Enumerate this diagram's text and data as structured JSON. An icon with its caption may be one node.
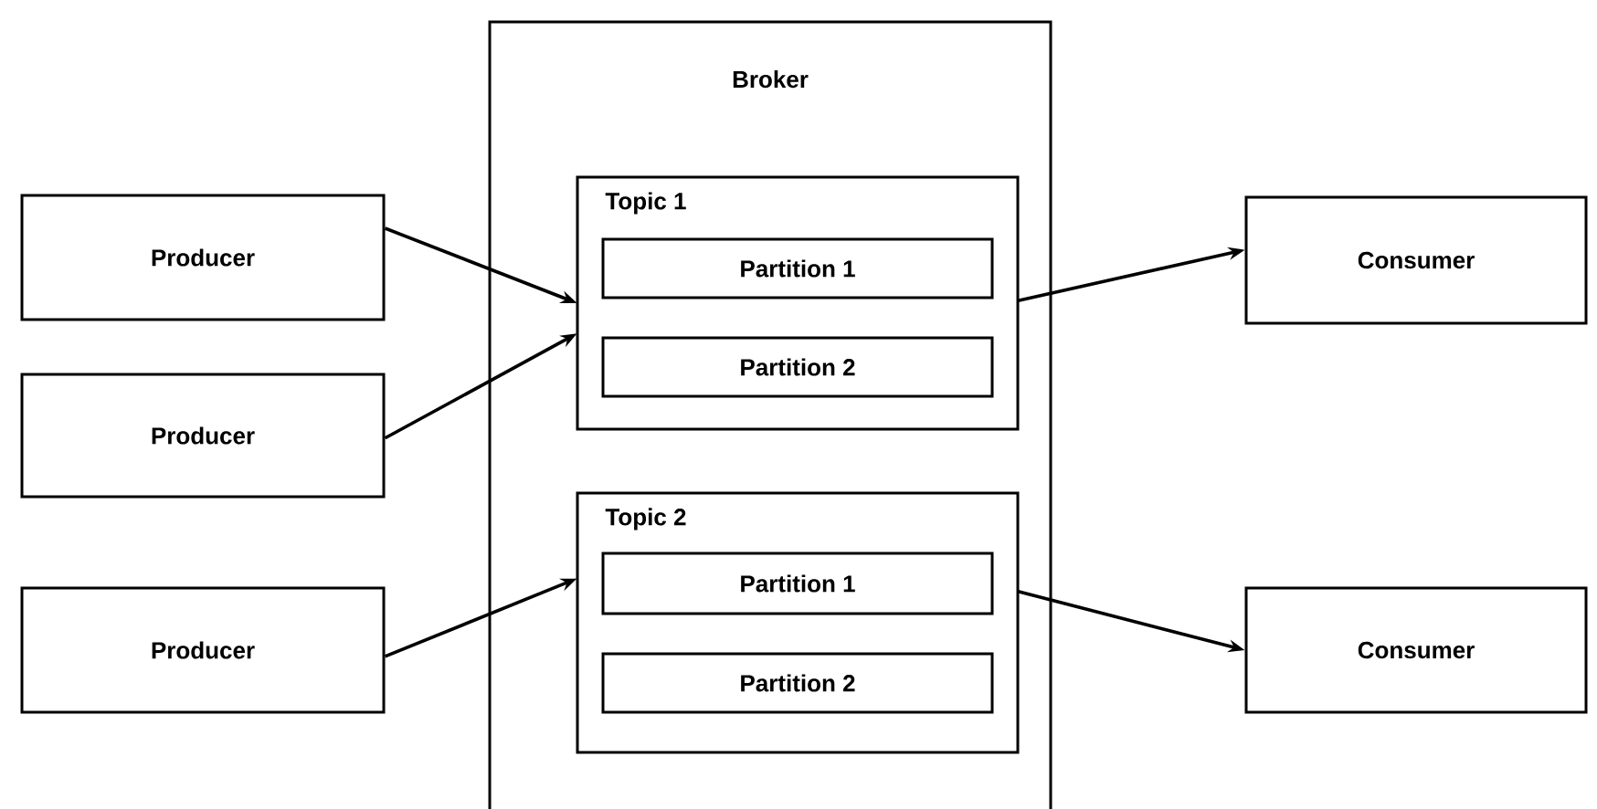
{
  "diagram": {
    "nodes": [
      {
        "text": [
          "Producer"
        ]
      },
      {
        "text": [
          "Producer"
        ]
      },
      {
        "text": [
          "Producer"
        ]
      },
      {
        "text": [
          "Broker"
        ]
      },
      {
        "text": [
          "Topic 1"
        ],
        "in": 3
      },
      {
        "text": [
          "Partition 1"
        ],
        "in": 4
      },
      {
        "text": [
          "Partition 2"
        ],
        "in": 4
      },
      {
        "text": [
          "Topic 2"
        ],
        "in": 3
      },
      {
        "text": [
          "Partition 1"
        ],
        "in": 7
      },
      {
        "text": [
          "Partition 2"
        ],
        "in": 7
      },
      {
        "text": [
          "Consumer"
        ]
      },
      {
        "text": [
          "Consumer"
        ]
      }
    ],
    "edges": [
      {
        "from": 0,
        "to": 4,
        "arrow": "to"
      },
      {
        "from": 1,
        "to": 4,
        "arrow": "to"
      },
      {
        "from": 2,
        "to": 7,
        "arrow": "to"
      },
      {
        "from": 4,
        "to": 10,
        "arrow": "to"
      },
      {
        "from": 7,
        "to": 11,
        "arrow": "to"
      }
    ]
  }
}
